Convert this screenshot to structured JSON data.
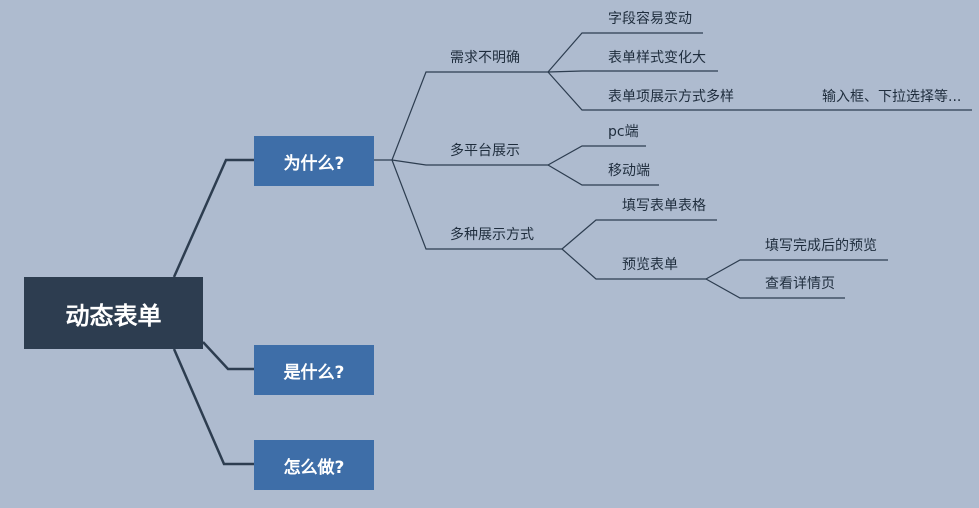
{
  "mindmap": {
    "root": "动态表单",
    "branches": {
      "why": "为什么?",
      "what": "是什么?",
      "how": "怎么做?"
    },
    "why_children": {
      "unclear_req": {
        "label": "需求不明确",
        "children": {
          "field_change": "字段容易变动",
          "style_change": "表单样式变化大",
          "display_ways": "表单项展示方式多样",
          "display_ways_detail": "输入框、下拉选择等..."
        }
      },
      "multi_platform": {
        "label": "多平台展示",
        "children": {
          "pc": "pc端",
          "mobile": "移动端"
        }
      },
      "multi_display": {
        "label": "多种展示方式",
        "children": {
          "fill_form": "填写表单表格",
          "preview_form": {
            "label": "预览表单",
            "children": {
              "preview_after_fill": "填写完成后的预览",
              "view_detail": "查看详情页"
            }
          }
        }
      }
    }
  }
}
